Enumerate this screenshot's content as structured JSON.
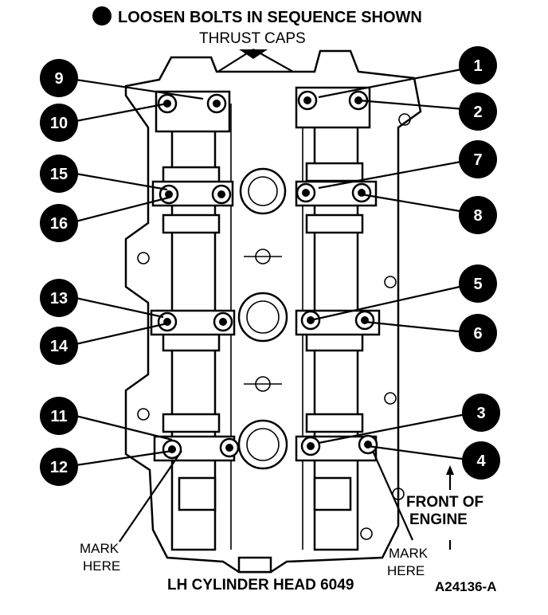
{
  "title": "LOOSEN BOLTS IN SEQUENCE SHOWN",
  "labels": {
    "thrust_caps": "THRUST CAPS",
    "front_line1": "FRONT OF",
    "front_line2": "ENGINE",
    "mark_left_1": "MARK",
    "mark_left_2": "HERE",
    "mark_right_1": "MARK",
    "mark_right_2": "HERE",
    "caption": "LH CYLINDER HEAD 6049",
    "code": "A24136-A"
  },
  "callouts": [
    "1",
    "2",
    "3",
    "4",
    "5",
    "6",
    "7",
    "8",
    "9",
    "10",
    "11",
    "12",
    "13",
    "14",
    "15",
    "16"
  ]
}
